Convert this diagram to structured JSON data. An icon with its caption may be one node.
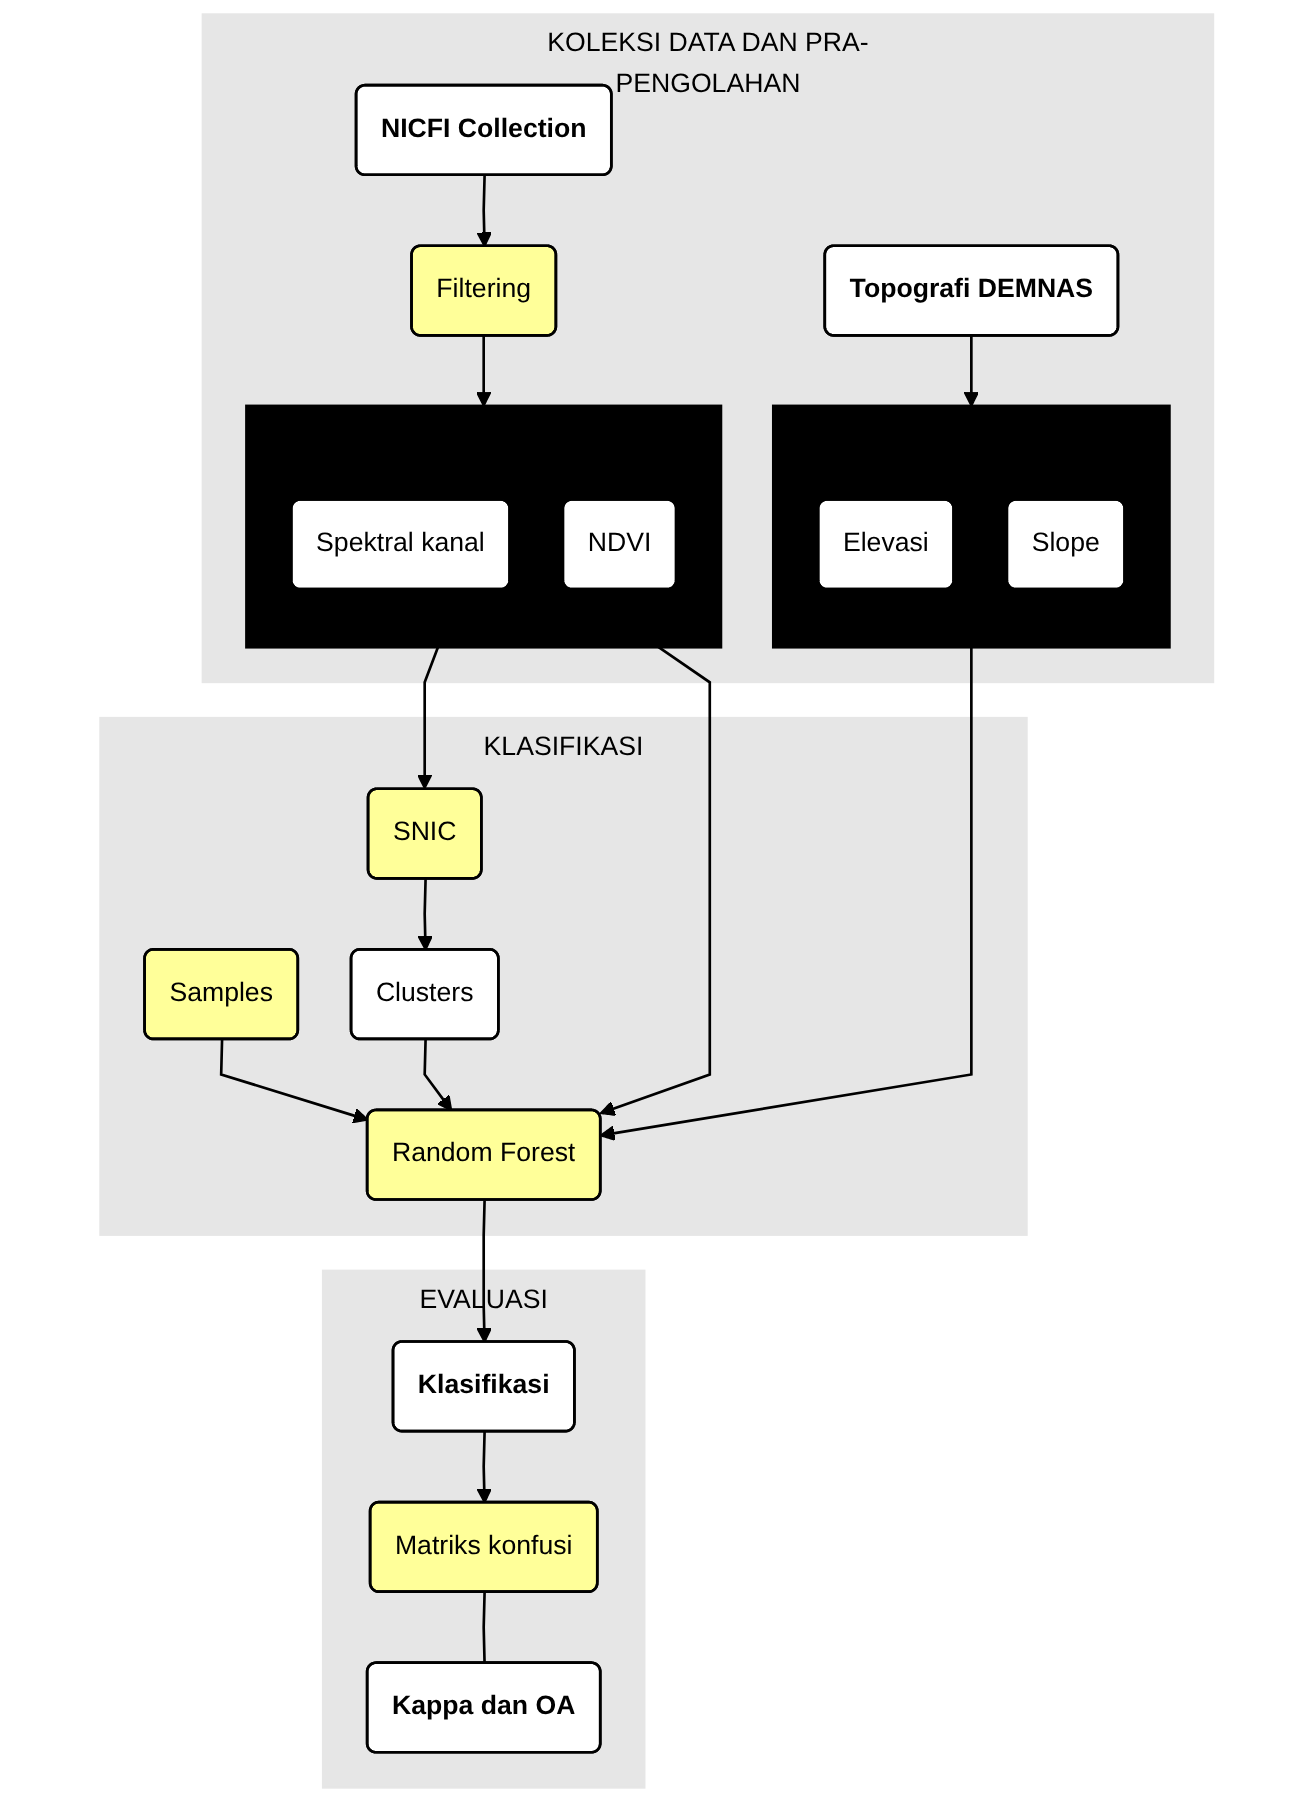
{
  "diagram": {
    "nodes": [
      {
        "text": [
          "KOLEKSI DATA DAN PRA-PENGOLAHAN"
        ]
      },
      {
        "text": [
          "NICFI Collection"
        ],
        "in": 0
      },
      {
        "text": [
          "Filtering"
        ],
        "in": 0
      },
      {
        "text": [],
        "shape": "box",
        "in": 0
      },
      {
        "text": [
          "Spektral kanal"
        ],
        "in": 3
      },
      {
        "text": [
          "NDVI"
        ],
        "in": 3
      },
      {
        "text": [
          "Topografi DEMNAS"
        ],
        "in": 0
      },
      {
        "text": [],
        "shape": "box",
        "in": 0
      },
      {
        "text": [
          "Elevasi"
        ],
        "in": 7
      },
      {
        "text": [
          "Slope"
        ],
        "in": 7
      },
      {
        "text": [
          "KLASIFIKASI"
        ]
      },
      {
        "text": [
          "SNIC"
        ],
        "in": 10
      },
      {
        "text": [
          "Samples"
        ],
        "in": 10
      },
      {
        "text": [
          "Clusters"
        ],
        "in": 10
      },
      {
        "text": [
          "Random Forest"
        ],
        "in": 10
      },
      {
        "text": [
          "EVALUASI"
        ]
      },
      {
        "text": [
          "Klasifikasi"
        ],
        "in": 15
      },
      {
        "text": [
          "Matriks konfusi"
        ],
        "in": 15
      },
      {
        "text": [
          "Kappa dan OA"
        ],
        "in": 15
      }
    ],
    "edges": [
      {
        "from": 1,
        "to": 2,
        "arrow": "to"
      },
      {
        "from": 2,
        "to": 3,
        "arrow": "to"
      },
      {
        "from": 6,
        "to": 7,
        "arrow": "to"
      },
      {
        "from": 3,
        "to": 11,
        "arrow": "to"
      },
      {
        "from": 3,
        "to": 14,
        "arrow": "to"
      },
      {
        "from": 7,
        "to": 14,
        "arrow": "to"
      },
      {
        "from": 12,
        "to": 14,
        "arrow": "to"
      },
      {
        "from": 11,
        "to": 13,
        "arrow": "to"
      },
      {
        "from": 13,
        "to": 14,
        "arrow": "to"
      },
      {
        "from": 14,
        "to": 16,
        "arrow": "to"
      },
      {
        "from": 16,
        "to": 17,
        "arrow": "to"
      },
      {
        "from": 17,
        "to": 18,
        "arrow": "none"
      }
    ]
  }
}
